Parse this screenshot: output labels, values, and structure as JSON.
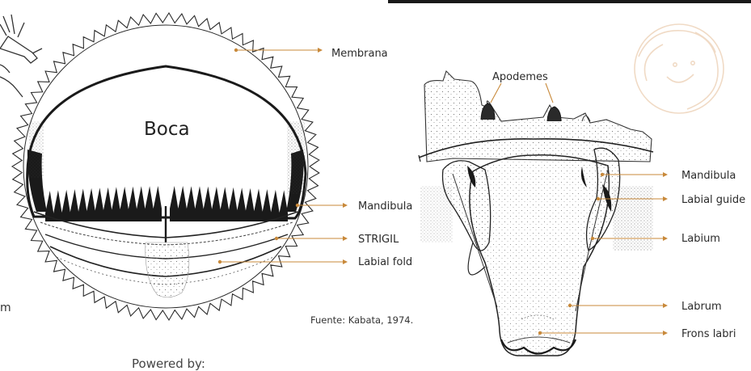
{
  "left_figure": {
    "center_label": "Boca",
    "labels": {
      "membrana": "Membrana",
      "mandibula": "Mandibula",
      "strigil": "STRIGIL",
      "labial_fold": "Labial fold"
    },
    "cut_off_text": "m"
  },
  "right_figure": {
    "labels": {
      "apodemes": "Apodemes",
      "mandibula": "Mandibula",
      "labial_guide": "Labial guide",
      "labium": "Labium",
      "labrum": "Labrum",
      "frons_labri": "Frons labri"
    }
  },
  "source_note": "Fuente: Kabata, 1974.",
  "footer_text": "Powered by:",
  "colors": {
    "leader": "#c8893a",
    "ink": "#1c1c1c",
    "watermark": "#efd7bf"
  },
  "icons": [
    "logo-watermark-icon"
  ]
}
